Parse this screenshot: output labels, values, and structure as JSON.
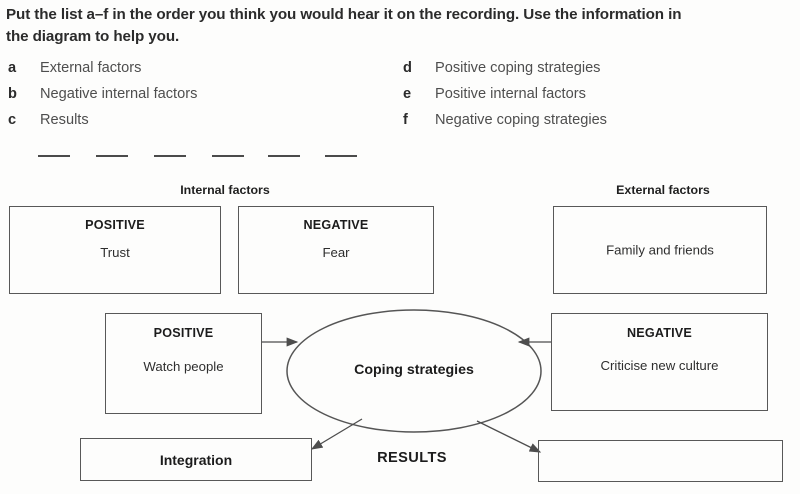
{
  "instruction": {
    "text": "Put the list a–f in the order you think you would hear it on the recording. Use the information in the diagram to help you."
  },
  "options": {
    "left_column": [
      {
        "letter": "a",
        "label": "External factors"
      },
      {
        "letter": "b",
        "label": "Negative internal factors"
      },
      {
        "letter": "c",
        "label": "Results"
      }
    ],
    "right_column": [
      {
        "letter": "d",
        "label": "Positive coping strategies"
      },
      {
        "letter": "e",
        "label": "Positive internal factors"
      },
      {
        "letter": "f",
        "label": "Negative coping strategies"
      }
    ]
  },
  "answer_lines": {
    "count": 6,
    "values": [
      "",
      "",
      "",
      "",
      "",
      ""
    ]
  },
  "diagram": {
    "group_labels": [
      {
        "id": "internal-factors",
        "text": "Internal factors"
      },
      {
        "id": "external-factors",
        "text": "External factors"
      }
    ],
    "boxes": [
      {
        "id": "internal-positive",
        "title": "POSITIVE",
        "body": "Trust"
      },
      {
        "id": "internal-negative",
        "title": "NEGATIVE",
        "body": "Fear"
      },
      {
        "id": "external-top",
        "title": "",
        "body": "Family and friends"
      },
      {
        "id": "coping-positive",
        "title": "POSITIVE",
        "body": "Watch people"
      },
      {
        "id": "coping-negative",
        "title": "NEGATIVE",
        "body": "Criticise new culture"
      },
      {
        "id": "result-left",
        "title": "",
        "body": "Integration"
      },
      {
        "id": "result-right",
        "title": "",
        "body": ""
      }
    ],
    "ellipse": {
      "label": "Coping strategies"
    },
    "results_label": "RESULTS",
    "colors": {
      "stroke": "#585858",
      "text": "#1c1c1c",
      "body_text": "#2e2e2e",
      "background": "#fdfdfc"
    }
  }
}
